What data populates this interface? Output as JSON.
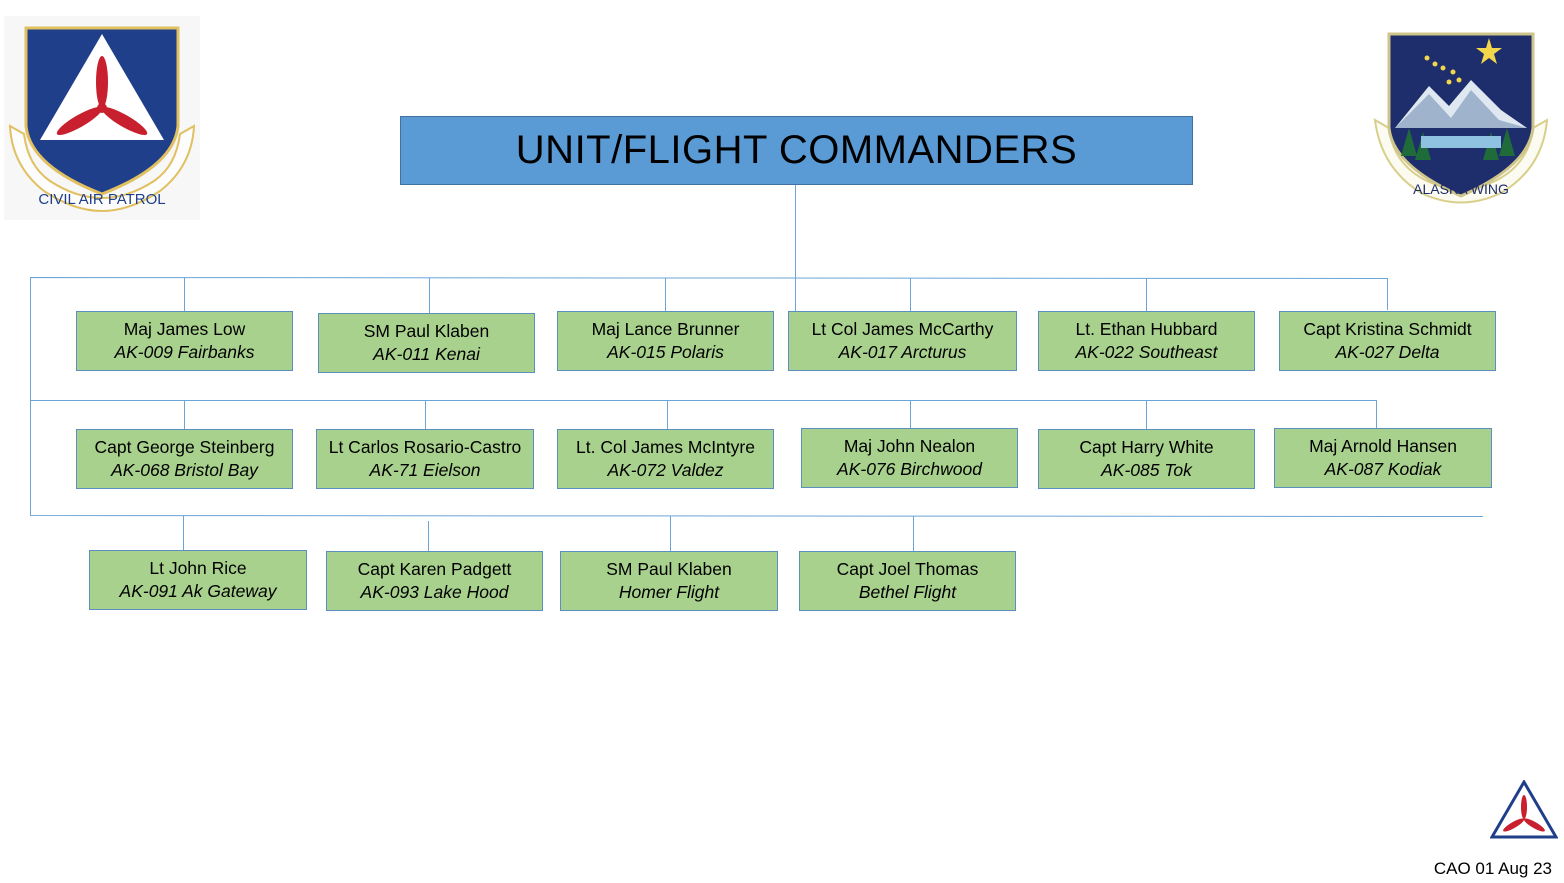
{
  "title": "UNIT/FLIGHT COMMANDERS",
  "logos": {
    "left": {
      "icon": "civil-air-patrol-logo",
      "text": "CIVIL AIR PATROL"
    },
    "right": {
      "icon": "alaska-wing-logo",
      "text": "ALASKA WING"
    },
    "corner": {
      "icon": "cap-triangle-icon"
    }
  },
  "rows": [
    [
      {
        "name": "Maj James Low",
        "unit": "AK-009 Fairbanks"
      },
      {
        "name": "SM Paul Klaben",
        "unit": "AK-011 Kenai"
      },
      {
        "name": "Maj Lance Brunner",
        "unit": "AK-015 Polaris"
      },
      {
        "name": "Lt Col James McCarthy",
        "unit": "AK-017 Arcturus"
      },
      {
        "name": "Lt. Ethan Hubbard",
        "unit": "AK-022 Southeast"
      },
      {
        "name": "Capt Kristina Schmidt",
        "unit": "AK-027 Delta"
      }
    ],
    [
      {
        "name": "Capt George Steinberg",
        "unit": "AK-068 Bristol Bay"
      },
      {
        "name": "Lt Carlos Rosario-Castro",
        "unit": "AK-71 Eielson"
      },
      {
        "name": "Lt. Col James McIntyre",
        "unit": "AK-072 Valdez"
      },
      {
        "name": "Maj John Nealon",
        "unit": "AK-076 Birchwood"
      },
      {
        "name": "Capt Harry White",
        "unit": "AK-085 Tok"
      },
      {
        "name": "Maj Arnold Hansen",
        "unit": "AK-087 Kodiak"
      }
    ],
    [
      {
        "name": "Lt John Rice",
        "unit": "AK-091 Ak Gateway"
      },
      {
        "name": "Capt Karen Padgett",
        "unit": "AK-093 Lake Hood"
      },
      {
        "name": "SM Paul Klaben",
        "unit": "Homer Flight"
      },
      {
        "name": "Capt Joel Thomas",
        "unit": "Bethel Flight"
      }
    ]
  ],
  "footer": "CAO  01 Aug 23",
  "colors": {
    "title_fill": "#5b9bd5",
    "node_fill": "#a9d18e",
    "line": "#5b9bd5"
  }
}
